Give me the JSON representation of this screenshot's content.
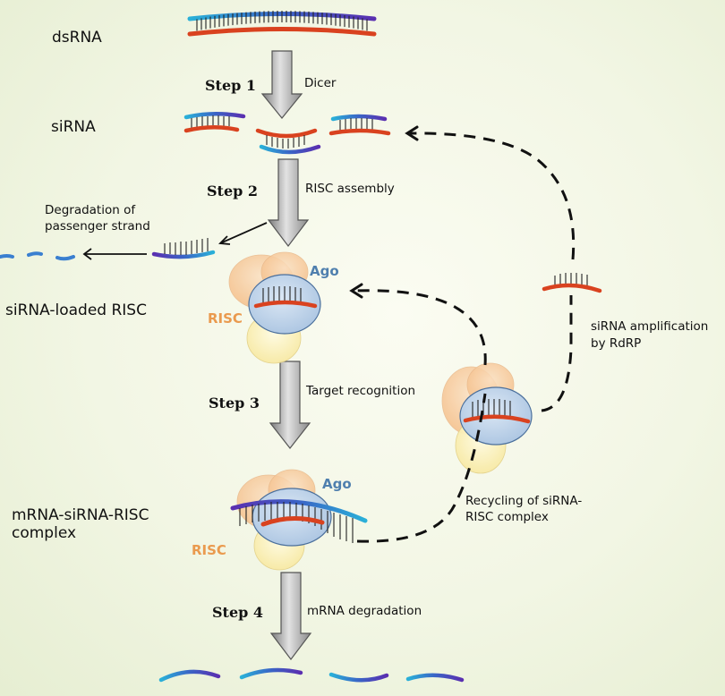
{
  "labels": {
    "dsrna": "dsRNA",
    "sirna": "siRNA",
    "sirna_loaded_risc": "siRNA-loaded RISC",
    "mrna_sirna_risc": "mRNA-siRNA-RISC complex",
    "degradation_passenger": "Degradation of passenger strand",
    "sirna_amplification": "siRNA amplification by RdRP",
    "recycling": "Recycling of siRNA-RISC complex"
  },
  "steps": [
    {
      "label": "Step 1",
      "action": "Dicer"
    },
    {
      "label": "Step 2",
      "action": "RISC assembly"
    },
    {
      "label": "Step 3",
      "action": "Target recognition"
    },
    {
      "label": "Step 4",
      "action": "mRNA degradation"
    }
  ],
  "complex_labels": {
    "ago": "Ago",
    "risc": "RISC"
  },
  "colors": {
    "red_strand": "#d9421f",
    "blue_strand": "#2f6fc4",
    "purple_strand": "#4a3aa8",
    "ago": "#b9cfe6",
    "risc_top": "#f6c596",
    "risc_bottom": "#fbeeaa",
    "arrow": "#8c8c8c"
  }
}
